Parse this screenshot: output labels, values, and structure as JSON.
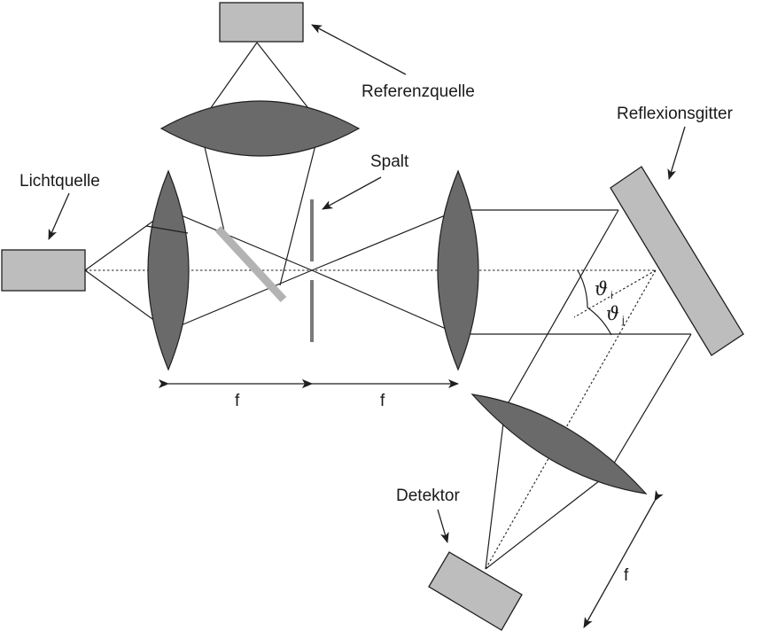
{
  "labels": {
    "lichtquelle": "Lichtquelle",
    "referenzquelle": "Referenzquelle",
    "spalt": "Spalt",
    "reflexionsgitter": "Reflexionsgitter",
    "detektor": "Detektor",
    "focal_1": "f",
    "focal_2": "f",
    "focal_3": "f",
    "angle_i_symbol": "ϑ",
    "angle_i_sub": "i",
    "angle_j_symbol": "ϑ",
    "angle_j_sub": "j"
  },
  "colors": {
    "component_fill": "#bdbdbd",
    "lens_fill": "#6a6a6a",
    "slit_color": "#7a7a7a",
    "beamsplitter_color": "#b3b3b3",
    "line_color": "#1f1f1f"
  }
}
